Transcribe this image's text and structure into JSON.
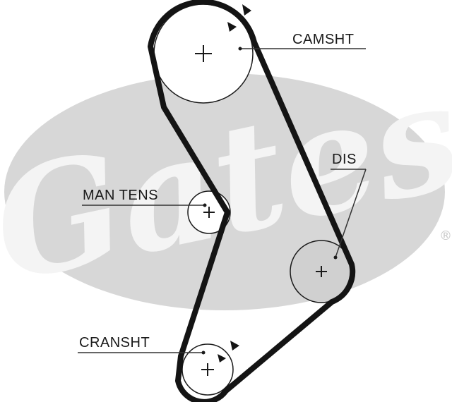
{
  "labels": {
    "camshaft": "CAMSHT",
    "distributor": "DIS",
    "manual_tensioner": "MAN TENS",
    "crankshaft": "CRANSHT"
  },
  "watermark": {
    "text": "Gates",
    "registered_mark": "®"
  },
  "colors": {
    "belt": "#141414",
    "pulley_outline": "#1a1a1a",
    "pulley_fill": "#ffffff",
    "distributor_fill": "#d0d0d0",
    "watermark": "#d7d7d7",
    "watermark_text": "#f4f4f4",
    "background": "#ffffff"
  }
}
